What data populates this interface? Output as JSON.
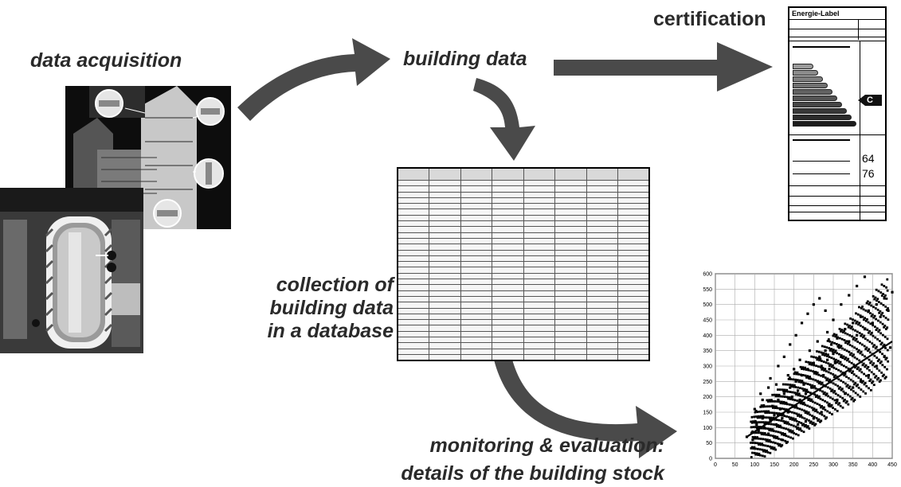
{
  "labels": {
    "data_acquisition": "data acquisition",
    "building_data": "building data",
    "certification": "certification",
    "collection_line1": "collection of",
    "collection_line2": "building data",
    "collection_line3": "in a database",
    "monitoring_line1": "monitoring & evaluation:",
    "monitoring_line2": "details of the building stock"
  },
  "energy_label": {
    "title": "Energie-Label",
    "class_letter": "C",
    "value_1": "64",
    "value_2": "76"
  },
  "colors": {
    "arrow": "#4a4a4a",
    "text": "#2a2a2a",
    "photo_dark": "#0d0d0d",
    "scatter_points": "#000000"
  },
  "chart_data": {
    "type": "scatter",
    "x_ticks": [
      "0",
      "50",
      "100",
      "150",
      "200",
      "250",
      "300",
      "350",
      "400",
      "450"
    ],
    "y_ticks": [
      "0",
      "50",
      "100",
      "150",
      "200",
      "250",
      "300",
      "350",
      "400",
      "450",
      "500",
      "550",
      "600"
    ],
    "xlim": [
      0,
      450
    ],
    "ylim": [
      0,
      600
    ],
    "grid": true,
    "series": [
      {
        "values": [
          [
            80,
            70
          ],
          [
            95,
            60
          ],
          [
            105,
            110
          ],
          [
            110,
            90
          ],
          [
            120,
            130
          ],
          [
            125,
            100
          ],
          [
            130,
            150
          ],
          [
            135,
            80
          ],
          [
            140,
            120
          ],
          [
            145,
            170
          ],
          [
            150,
            140
          ],
          [
            155,
            110
          ],
          [
            160,
            190
          ],
          [
            165,
            160
          ],
          [
            170,
            130
          ],
          [
            175,
            210
          ],
          [
            180,
            180
          ],
          [
            185,
            150
          ],
          [
            190,
            230
          ],
          [
            195,
            200
          ],
          [
            200,
            170
          ],
          [
            205,
            250
          ],
          [
            210,
            220
          ],
          [
            215,
            190
          ],
          [
            220,
            270
          ],
          [
            225,
            240
          ],
          [
            230,
            210
          ],
          [
            235,
            290
          ],
          [
            240,
            260
          ],
          [
            245,
            230
          ],
          [
            250,
            310
          ],
          [
            255,
            280
          ],
          [
            260,
            250
          ],
          [
            265,
            330
          ],
          [
            270,
            300
          ],
          [
            275,
            270
          ],
          [
            280,
            350
          ],
          [
            285,
            320
          ],
          [
            290,
            290
          ],
          [
            295,
            370
          ],
          [
            300,
            340
          ],
          [
            305,
            310
          ],
          [
            310,
            390
          ],
          [
            315,
            360
          ],
          [
            320,
            330
          ],
          [
            330,
            420
          ],
          [
            340,
            380
          ],
          [
            350,
            440
          ],
          [
            360,
            400
          ],
          [
            370,
            460
          ],
          [
            380,
            420
          ],
          [
            390,
            480
          ],
          [
            400,
            440
          ],
          [
            410,
            500
          ],
          [
            420,
            460
          ],
          [
            430,
            520
          ],
          [
            440,
            480
          ],
          [
            450,
            540
          ],
          [
            115,
            210
          ],
          [
            140,
            260
          ],
          [
            160,
            300
          ],
          [
            175,
            330
          ],
          [
            190,
            370
          ],
          [
            205,
            400
          ],
          [
            220,
            440
          ],
          [
            235,
            470
          ],
          [
            250,
            500
          ],
          [
            265,
            520
          ],
          [
            280,
            480
          ],
          [
            300,
            450
          ],
          [
            320,
            500
          ],
          [
            340,
            530
          ],
          [
            360,
            560
          ],
          [
            380,
            590
          ],
          [
            150,
            70
          ],
          [
            170,
            60
          ],
          [
            190,
            90
          ],
          [
            210,
            110
          ],
          [
            230,
            120
          ],
          [
            250,
            130
          ],
          [
            270,
            150
          ],
          [
            290,
            170
          ],
          [
            310,
            190
          ],
          [
            330,
            210
          ],
          [
            350,
            230
          ],
          [
            370,
            250
          ],
          [
            390,
            270
          ],
          [
            410,
            300
          ],
          [
            430,
            330
          ],
          [
            445,
            360
          ],
          [
            100,
            160
          ],
          [
            120,
            190
          ],
          [
            135,
            230
          ],
          [
            155,
            240
          ],
          [
            185,
            270
          ],
          [
            200,
            290
          ],
          [
            215,
            320
          ],
          [
            240,
            350
          ],
          [
            260,
            380
          ],
          [
            285,
            410
          ]
        ]
      }
    ]
  }
}
